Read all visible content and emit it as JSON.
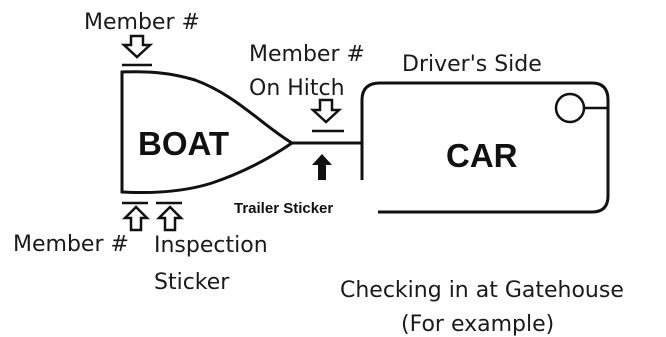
{
  "labels": {
    "member_top": "Member #",
    "member_hitch_line1": "Member #",
    "member_hitch_line2": "On Hitch",
    "drivers_side": "Driver's Side",
    "boat": "BOAT",
    "car": "CAR",
    "trailer_sticker": "Trailer Sticker",
    "member_bottom": "Member #",
    "inspection_line1": "Inspection",
    "inspection_line2": "Sticker",
    "caption_line1": "Checking in at Gatehouse",
    "caption_line2": "(For example)"
  },
  "icons": {
    "arrow_down_outline": "arrow-down-outline-icon",
    "arrow_up_outline": "arrow-up-outline-icon",
    "arrow_up_solid": "arrow-up-solid-icon",
    "mirror": "circle-icon"
  }
}
